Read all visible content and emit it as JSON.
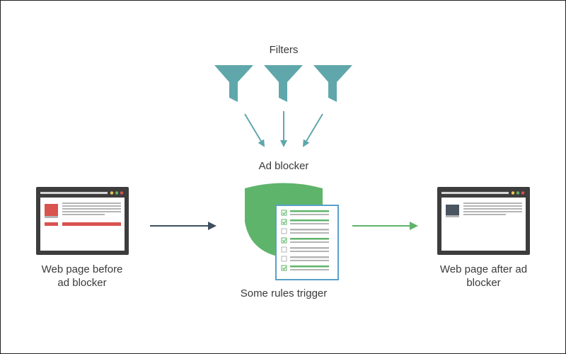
{
  "labels": {
    "filters": "Filters",
    "ad_blocker": "Ad blocker",
    "before_line1": "Web page before",
    "before_line2": "ad blocker",
    "rules_trigger": "Some rules trigger",
    "after_line1": "Web page after ad",
    "after_line2": "blocker"
  },
  "colors": {
    "filter": "#5fa7ab",
    "shield": "#5fb46b",
    "doc_border": "#5aa0c8",
    "ad_red": "#d9534f",
    "browser_frame": "#3d3d3d",
    "arrow_dark": "#3f4f5e",
    "arrow_green": "#5fb46b",
    "text_line": "#b5b5b5",
    "check_green": "#5fb46b"
  },
  "icons": {
    "filter_count": 3,
    "rule_items": [
      true,
      true,
      false,
      true,
      false,
      false,
      true
    ],
    "dots": [
      "#f3c84b",
      "#5fb46b",
      "#d9534f"
    ]
  }
}
